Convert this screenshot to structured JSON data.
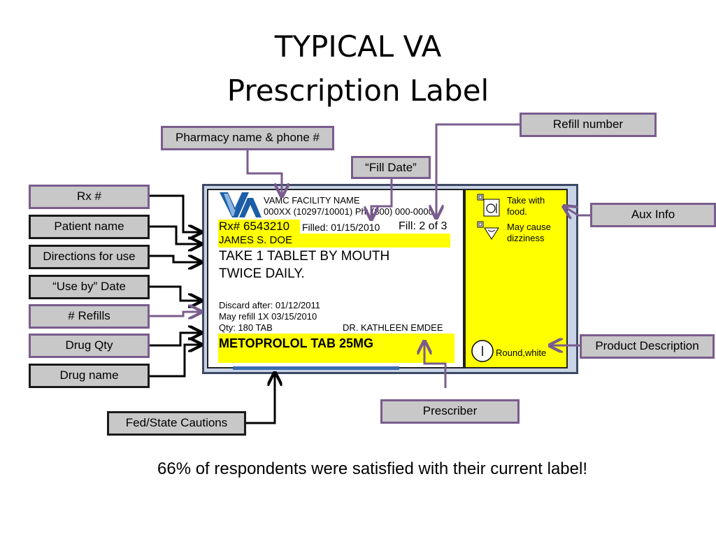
{
  "title": {
    "line1": "TYPICAL VA",
    "line2": "Prescription Label"
  },
  "callouts": {
    "pharmacy": "Pharmacy name & phone #",
    "fill_date": "“Fill Date”",
    "refill_number": "Refill number",
    "rx": "Rx #",
    "patient_name": "Patient name",
    "directions": "Directions for use",
    "use_by": "“Use by” Date",
    "refills": "# Refills",
    "drug_qty": "Drug Qty",
    "drug_name": "Drug name",
    "aux_info": "Aux Info",
    "product_description": "Product Description",
    "prescriber": "Prescriber",
    "fed_state": "Fed/State Cautions"
  },
  "label": {
    "facility_name": "VAMC FACILITY NAME",
    "facility_phone": "000XX (10297/10001) Ph: (800) 000-0000",
    "rx_number": "Rx# 6543210",
    "filled": "Filled: 01/15/2010",
    "fill": "Fill: 2 of 3",
    "patient": "JAMES S. DOE",
    "directions_line1": "TAKE 1 TABLET BY MOUTH",
    "directions_line2": "TWICE DAILY.",
    "discard": "Discard after: 01/12/2011",
    "may_refill": "May refill 1X 03/15/2010",
    "qty": "Qty: 180 TAB",
    "prescriber": "DR. KATHLEEN EMDEE",
    "drug": "METOPROLOL TAB 25MG",
    "aux1_line1": "Take with",
    "aux1_line2": "food.",
    "aux2_line1": "May cause",
    "aux2_line2": "dizziness",
    "description": "Round,white"
  },
  "footer": "66% of respondents were satisfied with their current label!",
  "colors": {
    "callout_border_purple": "#7a5c8e",
    "callout_fill": "#c8c8c8",
    "highlight": "#ffff00",
    "va_logo": "#1b5ea7"
  }
}
